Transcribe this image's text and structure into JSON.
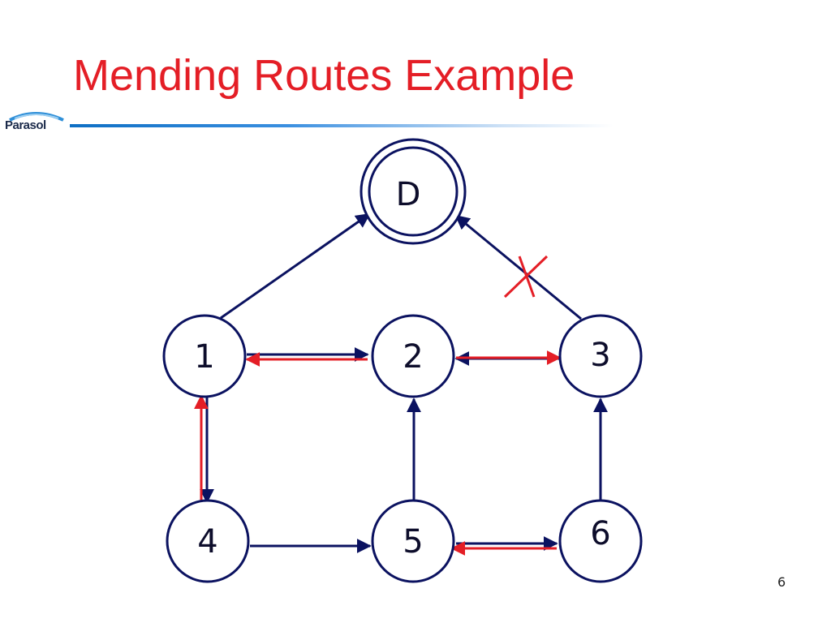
{
  "slide": {
    "title": "Mending Routes Example",
    "logo_text": "Parasol",
    "page_number": "6"
  },
  "colors": {
    "title": "#e41e26",
    "edge": "#0b1260",
    "mended_route": "#e41e26"
  },
  "diagram": {
    "destination_label": "D",
    "nodes": [
      {
        "id": "1",
        "label": "1"
      },
      {
        "id": "2",
        "label": "2"
      },
      {
        "id": "3",
        "label": "3"
      },
      {
        "id": "4",
        "label": "4"
      },
      {
        "id": "5",
        "label": "5"
      },
      {
        "id": "6",
        "label": "6"
      }
    ],
    "edges": [
      {
        "from": "1",
        "to": "D"
      },
      {
        "from": "3",
        "to": "D",
        "broken": true
      },
      {
        "from": "1",
        "to": "2"
      },
      {
        "from": "2",
        "to": "1",
        "mended": true
      },
      {
        "from": "3",
        "to": "2"
      },
      {
        "from": "2",
        "to": "3",
        "mended": true
      },
      {
        "from": "1",
        "to": "4"
      },
      {
        "from": "4",
        "to": "1",
        "mended": true
      },
      {
        "from": "5",
        "to": "2"
      },
      {
        "from": "6",
        "to": "3"
      },
      {
        "from": "4",
        "to": "5"
      },
      {
        "from": "5",
        "to": "6"
      },
      {
        "from": "6",
        "to": "5",
        "mended": true
      }
    ]
  }
}
